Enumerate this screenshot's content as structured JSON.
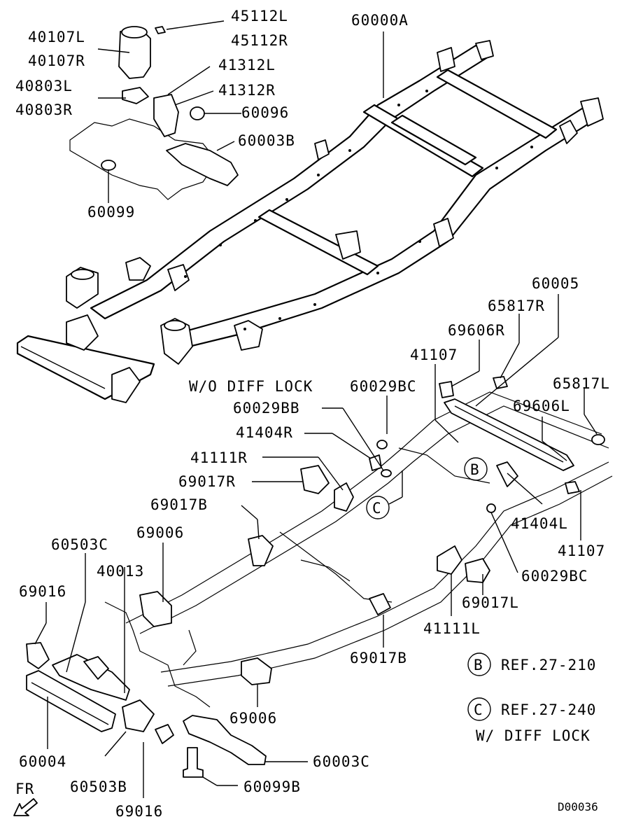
{
  "diagram": {
    "code": "D00036",
    "fr_label": "FR",
    "notes": {
      "wo_diff_lock": "W/O DIFF LOCK",
      "w_diff_lock": "W/ DIFF LOCK",
      "ref_b": "REF.27-210",
      "ref_c": "REF.27-240"
    },
    "callouts": {
      "b": "B",
      "c": "C"
    },
    "upper_labels": {
      "p45112L": "45112L",
      "p45112R": "45112R",
      "p40107L": "40107L",
      "p40107R": "40107R",
      "p41312L": "41312L",
      "p41312R": "41312R",
      "p40803L": "40803L",
      "p40803R": "40803R",
      "p60096": "60096",
      "p60003B": "60003B",
      "p60099": "60099",
      "p60000A": "60000A"
    },
    "lower_labels": {
      "p60005": "60005",
      "p65817R": "65817R",
      "p69606R": "69606R",
      "p41107a": "41107",
      "p60029BC_a": "60029BC",
      "p65817L": "65817L",
      "p69606L": "69606L",
      "p60029BB": "60029BB",
      "p41404R": "41404R",
      "p41111R": "41111R",
      "p69017R": "69017R",
      "p69017B_a": "69017B",
      "p41404L": "41404L",
      "p41107b": "41107",
      "p60503C": "60503C",
      "p69006_a": "69006",
      "p40013": "40013",
      "p60029BC_b": "60029BC",
      "p69016_a": "69016",
      "p69017L": "69017L",
      "p41111L": "41111L",
      "p69017B_b": "69017B",
      "p69006_b": "69006",
      "p60004": "60004",
      "p60003C": "60003C",
      "p60503B": "60503B",
      "p60099B": "60099B",
      "p69016_b": "69016"
    }
  }
}
